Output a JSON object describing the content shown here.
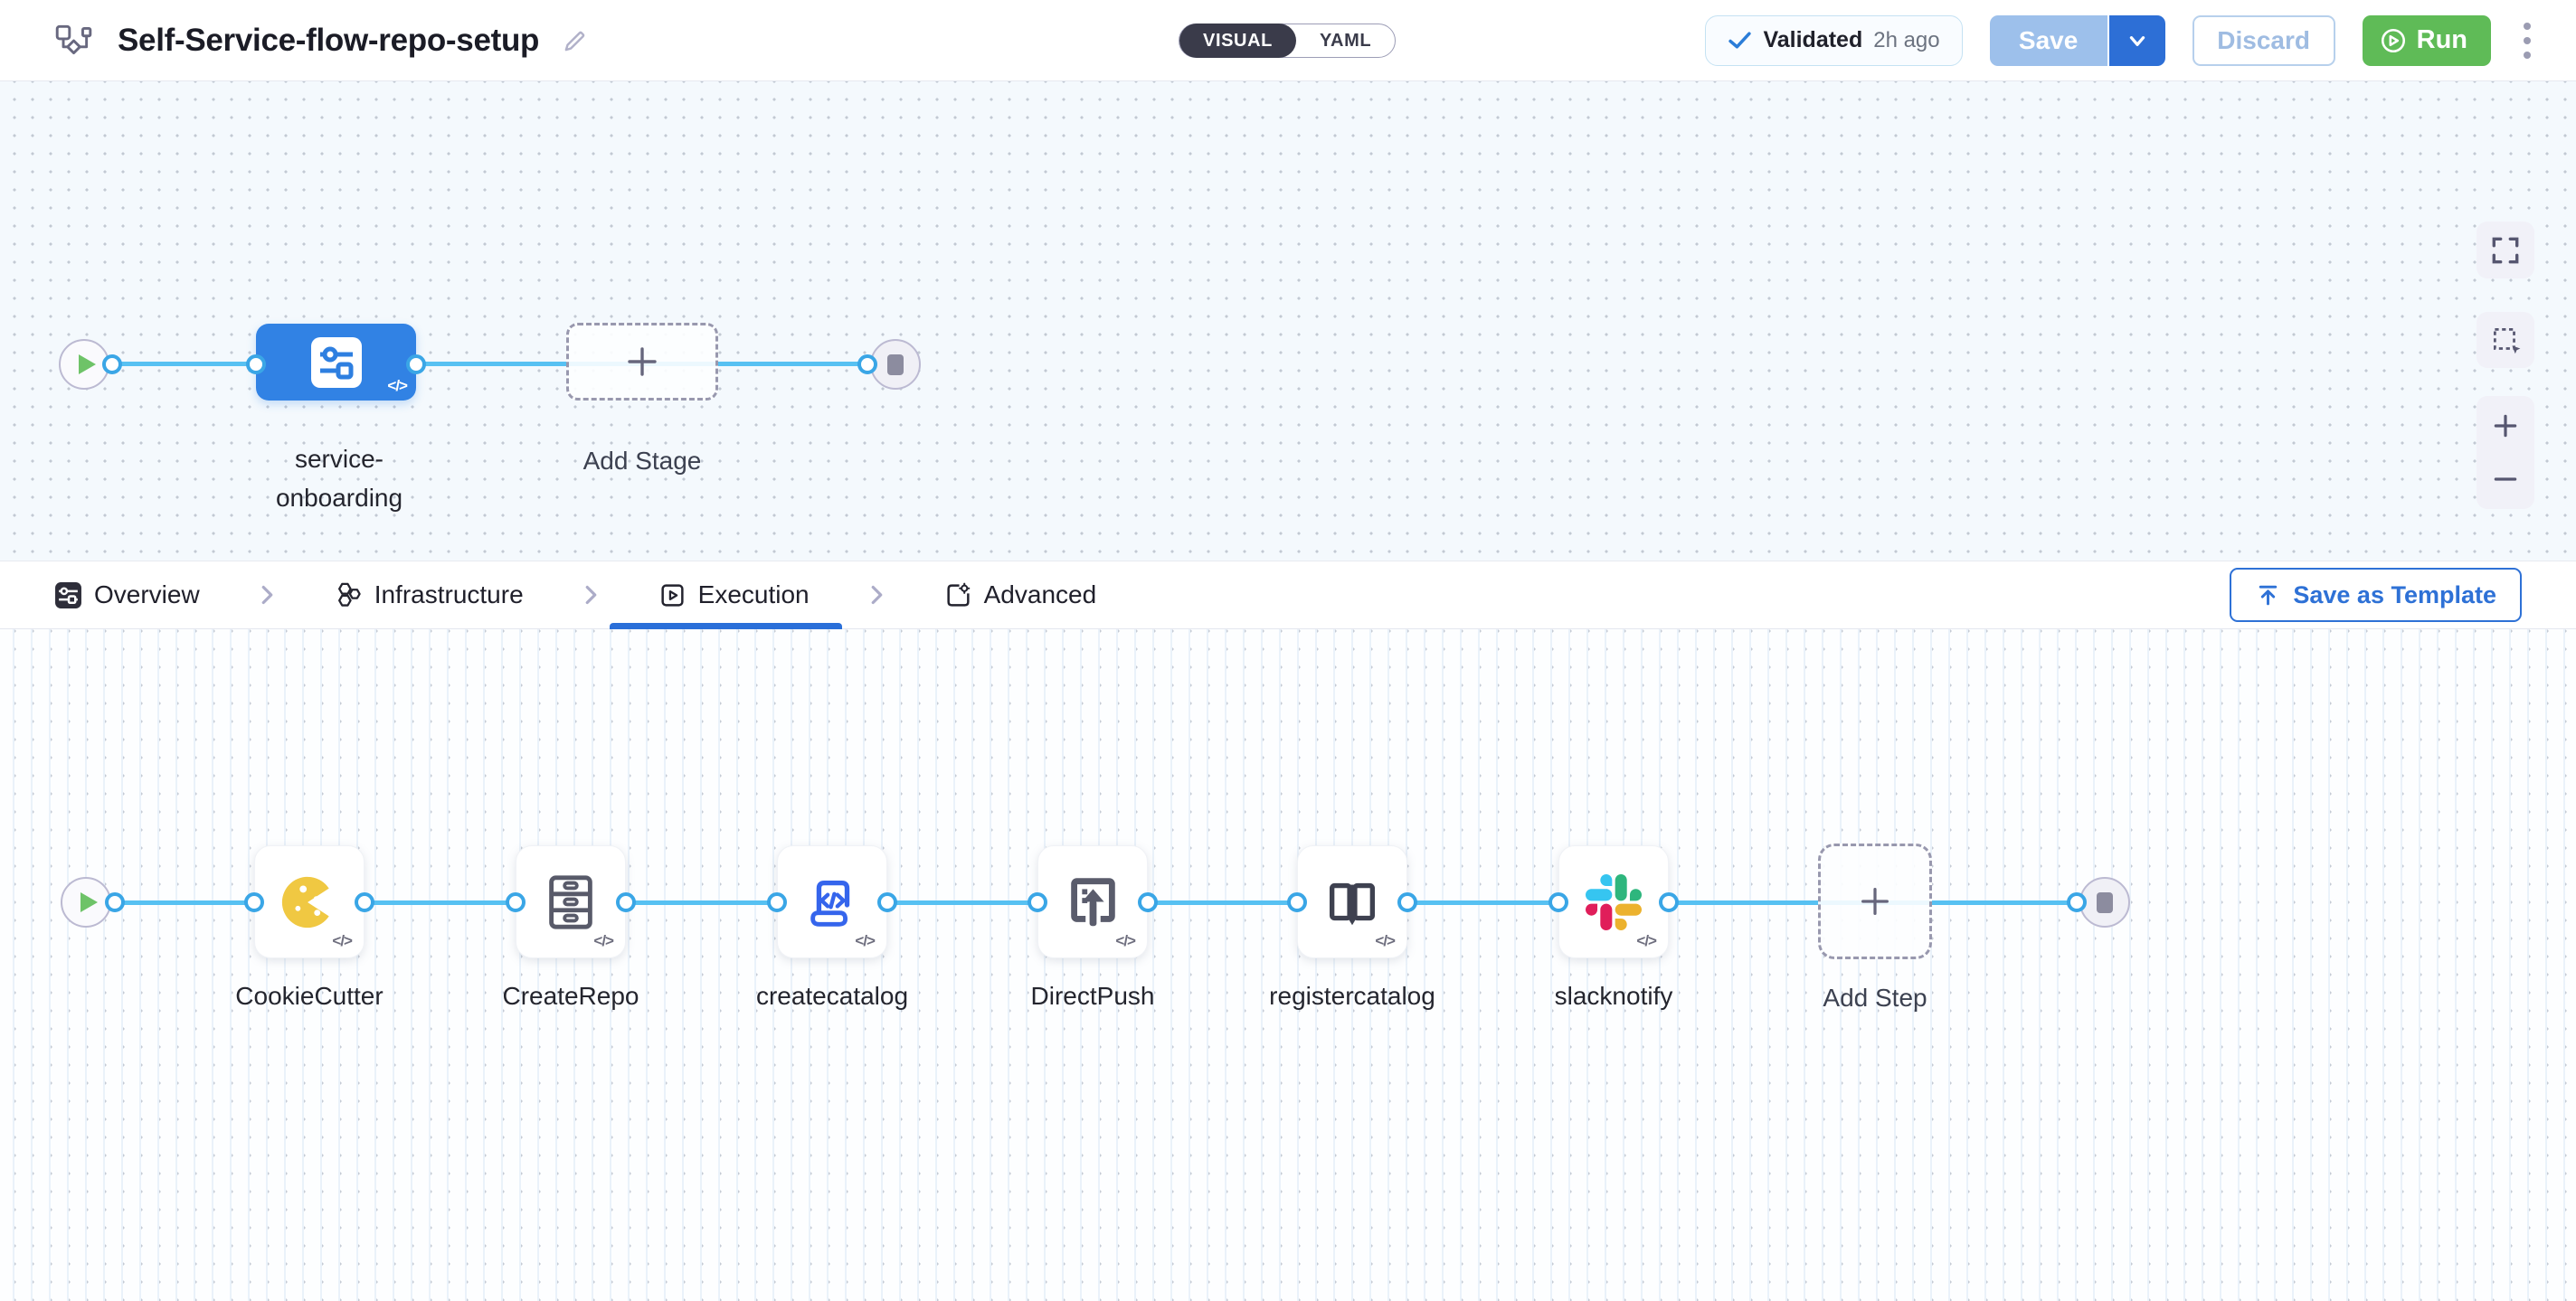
{
  "header": {
    "title": "Self-Service-flow-repo-setup",
    "mode_toggle": {
      "visual_label": "VISUAL",
      "yaml_label": "YAML",
      "active": "VISUAL"
    },
    "validation": {
      "label": "Validated",
      "time": "2h ago"
    },
    "save_label": "Save",
    "discard_label": "Discard",
    "run_label": "Run"
  },
  "stage_canvas": {
    "stage_full_name": "service-onboarding",
    "stage_name_line1": "service-",
    "stage_name_line2": "onboarding",
    "add_stage_label": "Add Stage"
  },
  "tab_bar": {
    "tabs": [
      {
        "label": "Overview",
        "active": false
      },
      {
        "label": "Infrastructure",
        "active": false
      },
      {
        "label": "Execution",
        "active": true
      },
      {
        "label": "Advanced",
        "active": false
      }
    ],
    "save_as_template_label": "Save as Template"
  },
  "step_canvas": {
    "steps": [
      {
        "name": "CookieCutter"
      },
      {
        "name": "CreateRepo"
      },
      {
        "name": "createcatalog"
      },
      {
        "name": "DirectPush"
      },
      {
        "name": "registercatalog"
      },
      {
        "name": "slacknotify"
      }
    ],
    "add_step_label": "Add Step"
  },
  "glyphs": {
    "code_badge": "</>"
  },
  "colors": {
    "accent_blue": "#2D6FD6",
    "run_green": "#5FBB57",
    "stage_blue": "#3182E4",
    "connector_line": "#57C1F2",
    "connector_dot_border": "#3AA6E6",
    "canvas_top_bg": "#F4F9FD",
    "canvas_bottom_bg": "#FDFEFF",
    "cookie_yellow": "#F0C842",
    "slack_palette": [
      "#36C5F0",
      "#2EB67D",
      "#ECB22E",
      "#E01E5A"
    ]
  }
}
